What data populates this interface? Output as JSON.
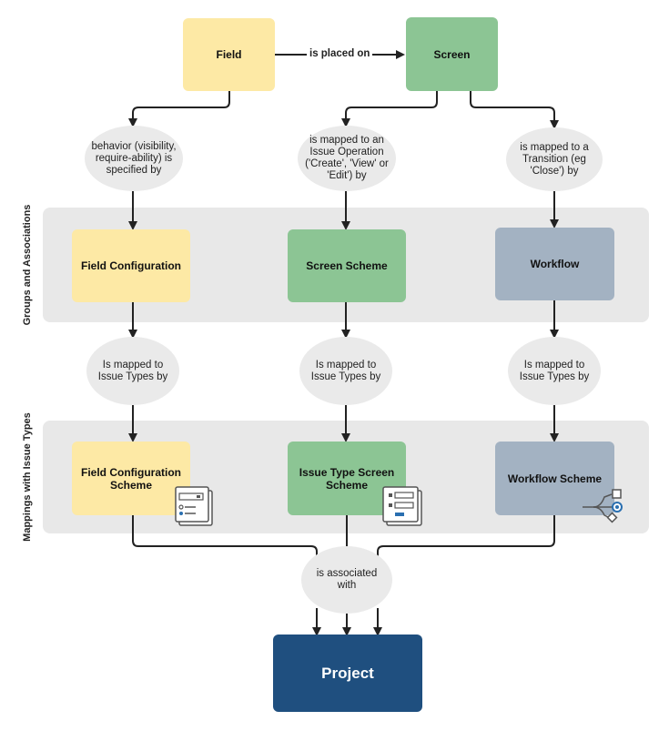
{
  "bands": {
    "groups": {
      "label": "Groups and Associations"
    },
    "mappings": {
      "label": "Mappings with Issue Types"
    }
  },
  "nodes": {
    "field": "Field",
    "screen": "Screen",
    "field_configuration": "Field Configuration",
    "screen_scheme": "Screen Scheme",
    "workflow": "Workflow",
    "field_configuration_scheme": "Field Configuration Scheme",
    "issue_type_screen_scheme": "Issue Type Screen Scheme",
    "workflow_scheme": "Workflow Scheme",
    "project": "Project"
  },
  "edges": {
    "placed_on": "is placed on",
    "behavior": "behavior (visibility, require-ability) is specified by",
    "mapped_operation": "is mapped to an Issue Operation ('Create', 'View' or 'Edit') by",
    "mapped_transition": "is mapped to a Transition (eg 'Close') by",
    "issue_types_1": "Is mapped to Issue Types by",
    "issue_types_2": "Is mapped to Issue Types by",
    "issue_types_3": "Is mapped to Issue Types by",
    "associated": "is associated with"
  },
  "colors": {
    "yellow": "#fde9a5",
    "green": "#8cc594",
    "slate": "#a3b2c2",
    "navy": "#1f4f7f",
    "band": "#e8e8e8",
    "bubble": "#eaeaea",
    "line": "#222222"
  },
  "icons": {
    "field_configuration_scheme": "form-sheet-icon",
    "issue_type_screen_scheme": "screen-sheet-icon",
    "workflow_scheme": "workflow-branch-icon"
  }
}
